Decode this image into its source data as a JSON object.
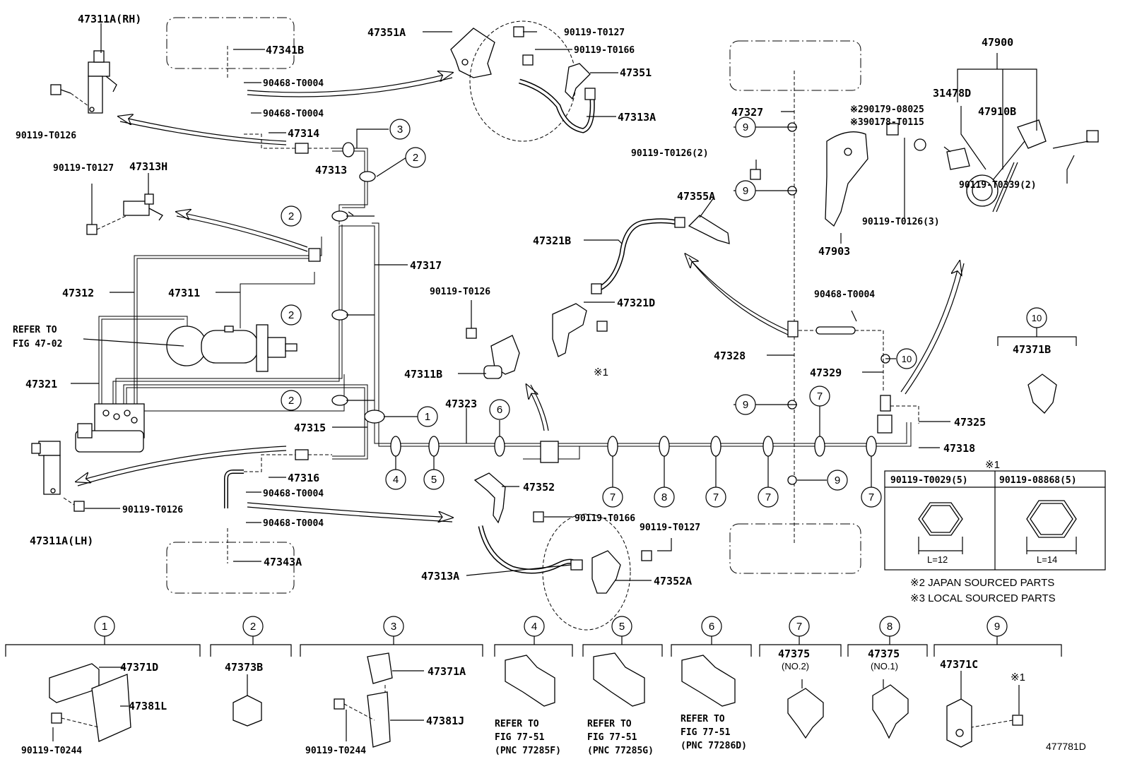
{
  "diagram_id": "477781D",
  "labels": {
    "p47311A_RH": "47311A(RH)",
    "p90119_T0126_a": "90119-T0126",
    "p47341B": "47341B",
    "p90468_T0004_a": "90468-T0004",
    "p90468_T0004_b": "90468-T0004",
    "p47314": "47314",
    "p47313": "47313",
    "p47351A": "47351A",
    "p90119_T0127_a": "90119-T0127",
    "p90119_T0166_a": "90119-T0166",
    "p47351": "47351",
    "p47313A_a": "47313A",
    "p47313H": "47313H",
    "p90119_T0127_b": "90119-T0127",
    "p47317": "47317",
    "p47312": "47312",
    "p47311": "47311",
    "refer_fig_1": "REFER TO",
    "refer_fig_2": "FIG 47-02",
    "p47321": "47321",
    "p47315": "47315",
    "p47316": "47316",
    "p90468_T0004_c": "90468-T0004",
    "p90468_T0004_d": "90468-T0004",
    "p90119_T0126_b": "90119-T0126",
    "p47311A_LH": "47311A(LH)",
    "p47343A": "47343A",
    "p90119_T0126_c": "90119-T0126",
    "p47311B": "47311B",
    "p47323": "47323",
    "p47352": "47352",
    "p90119_T0166_b": "90119-T0166",
    "p90119_T0127_c": "90119-T0127",
    "p47313A_b": "47313A",
    "p47352A": "47352A",
    "p47321B": "47321B",
    "p47321D": "47321D",
    "star1_a": "※1",
    "p90119_T0126_2": "90119-T0126(2)",
    "p47355A": "47355A",
    "p47327": "47327",
    "p47328": "47328",
    "p90468_T0004_e": "90468-T0004",
    "p47329": "47329",
    "p47325": "47325",
    "p47318": "47318",
    "p47900": "47900",
    "p31478D": "31478D",
    "star2_part": "※290179-08025",
    "star3_part": "※390178-T0115",
    "p47910B": "47910B",
    "p47903": "47903",
    "p90119_T0126_3": "90119-T0126(3)",
    "p90119_T0339_2": "90119-T0339(2)",
    "p47371B": "47371B",
    "p47371D": "47371D",
    "p47381L": "47381L",
    "p90119_T0244_a": "90119-T0244",
    "p47373B": "47373B",
    "p47371A": "47371A",
    "p47381J": "47381J",
    "p90119_T0244_b": "90119-T0244",
    "refer_4a": "REFER TO",
    "refer_4b": "FIG 77-51",
    "refer_4c": "(PNC 77285F)",
    "refer_5a": "REFER TO",
    "refer_5b": "FIG 77-51",
    "refer_5c": "(PNC 77285G)",
    "refer_6a": "REFER TO",
    "refer_6b": "FIG 77-51",
    "refer_6c": "(PNC 77286D)",
    "p47375_no2": "47375",
    "no2": "(NO.2)",
    "p47375_no1": "47375",
    "no1": "(NO.1)",
    "p47371C": "47371C",
    "star1_b": "※1"
  },
  "callouts": [
    "1",
    "2",
    "3",
    "4",
    "5",
    "6",
    "7",
    "8",
    "9",
    "10"
  ],
  "bolt_table": {
    "title": "※1",
    "col1": "90119-T0029(5)",
    "col2": "90119-08868(5)",
    "dim1": "L=12",
    "dim2": "L=14"
  },
  "notes": {
    "note2": "※2 JAPAN SOURCED PARTS",
    "note3": "※3 LOCAL SOURCED PARTS"
  },
  "legend_groups": [
    {
      "num": "1"
    },
    {
      "num": "2"
    },
    {
      "num": "3"
    },
    {
      "num": "4"
    },
    {
      "num": "5"
    },
    {
      "num": "6"
    },
    {
      "num": "7"
    },
    {
      "num": "8"
    },
    {
      "num": "9"
    }
  ]
}
